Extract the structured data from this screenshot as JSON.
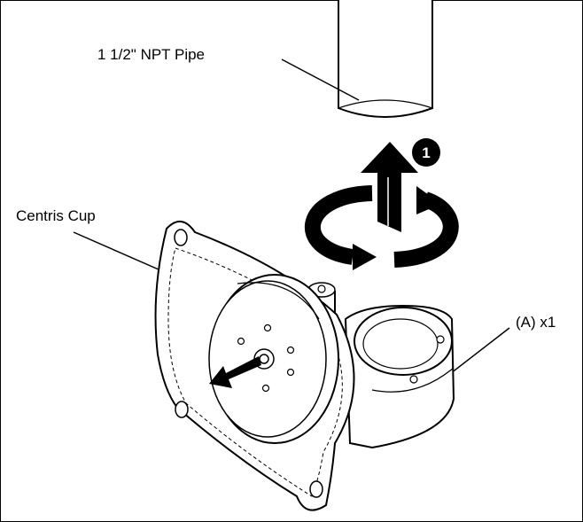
{
  "diagram": {
    "labels": {
      "pipe": "1 1/2\" NPT Pipe",
      "cup": "Centris Cup",
      "part_a": "(A) x1"
    },
    "step_number": "1",
    "colors": {
      "line": "#000000",
      "fill": "#ffffff",
      "shade": "#d9d9d9"
    }
  }
}
